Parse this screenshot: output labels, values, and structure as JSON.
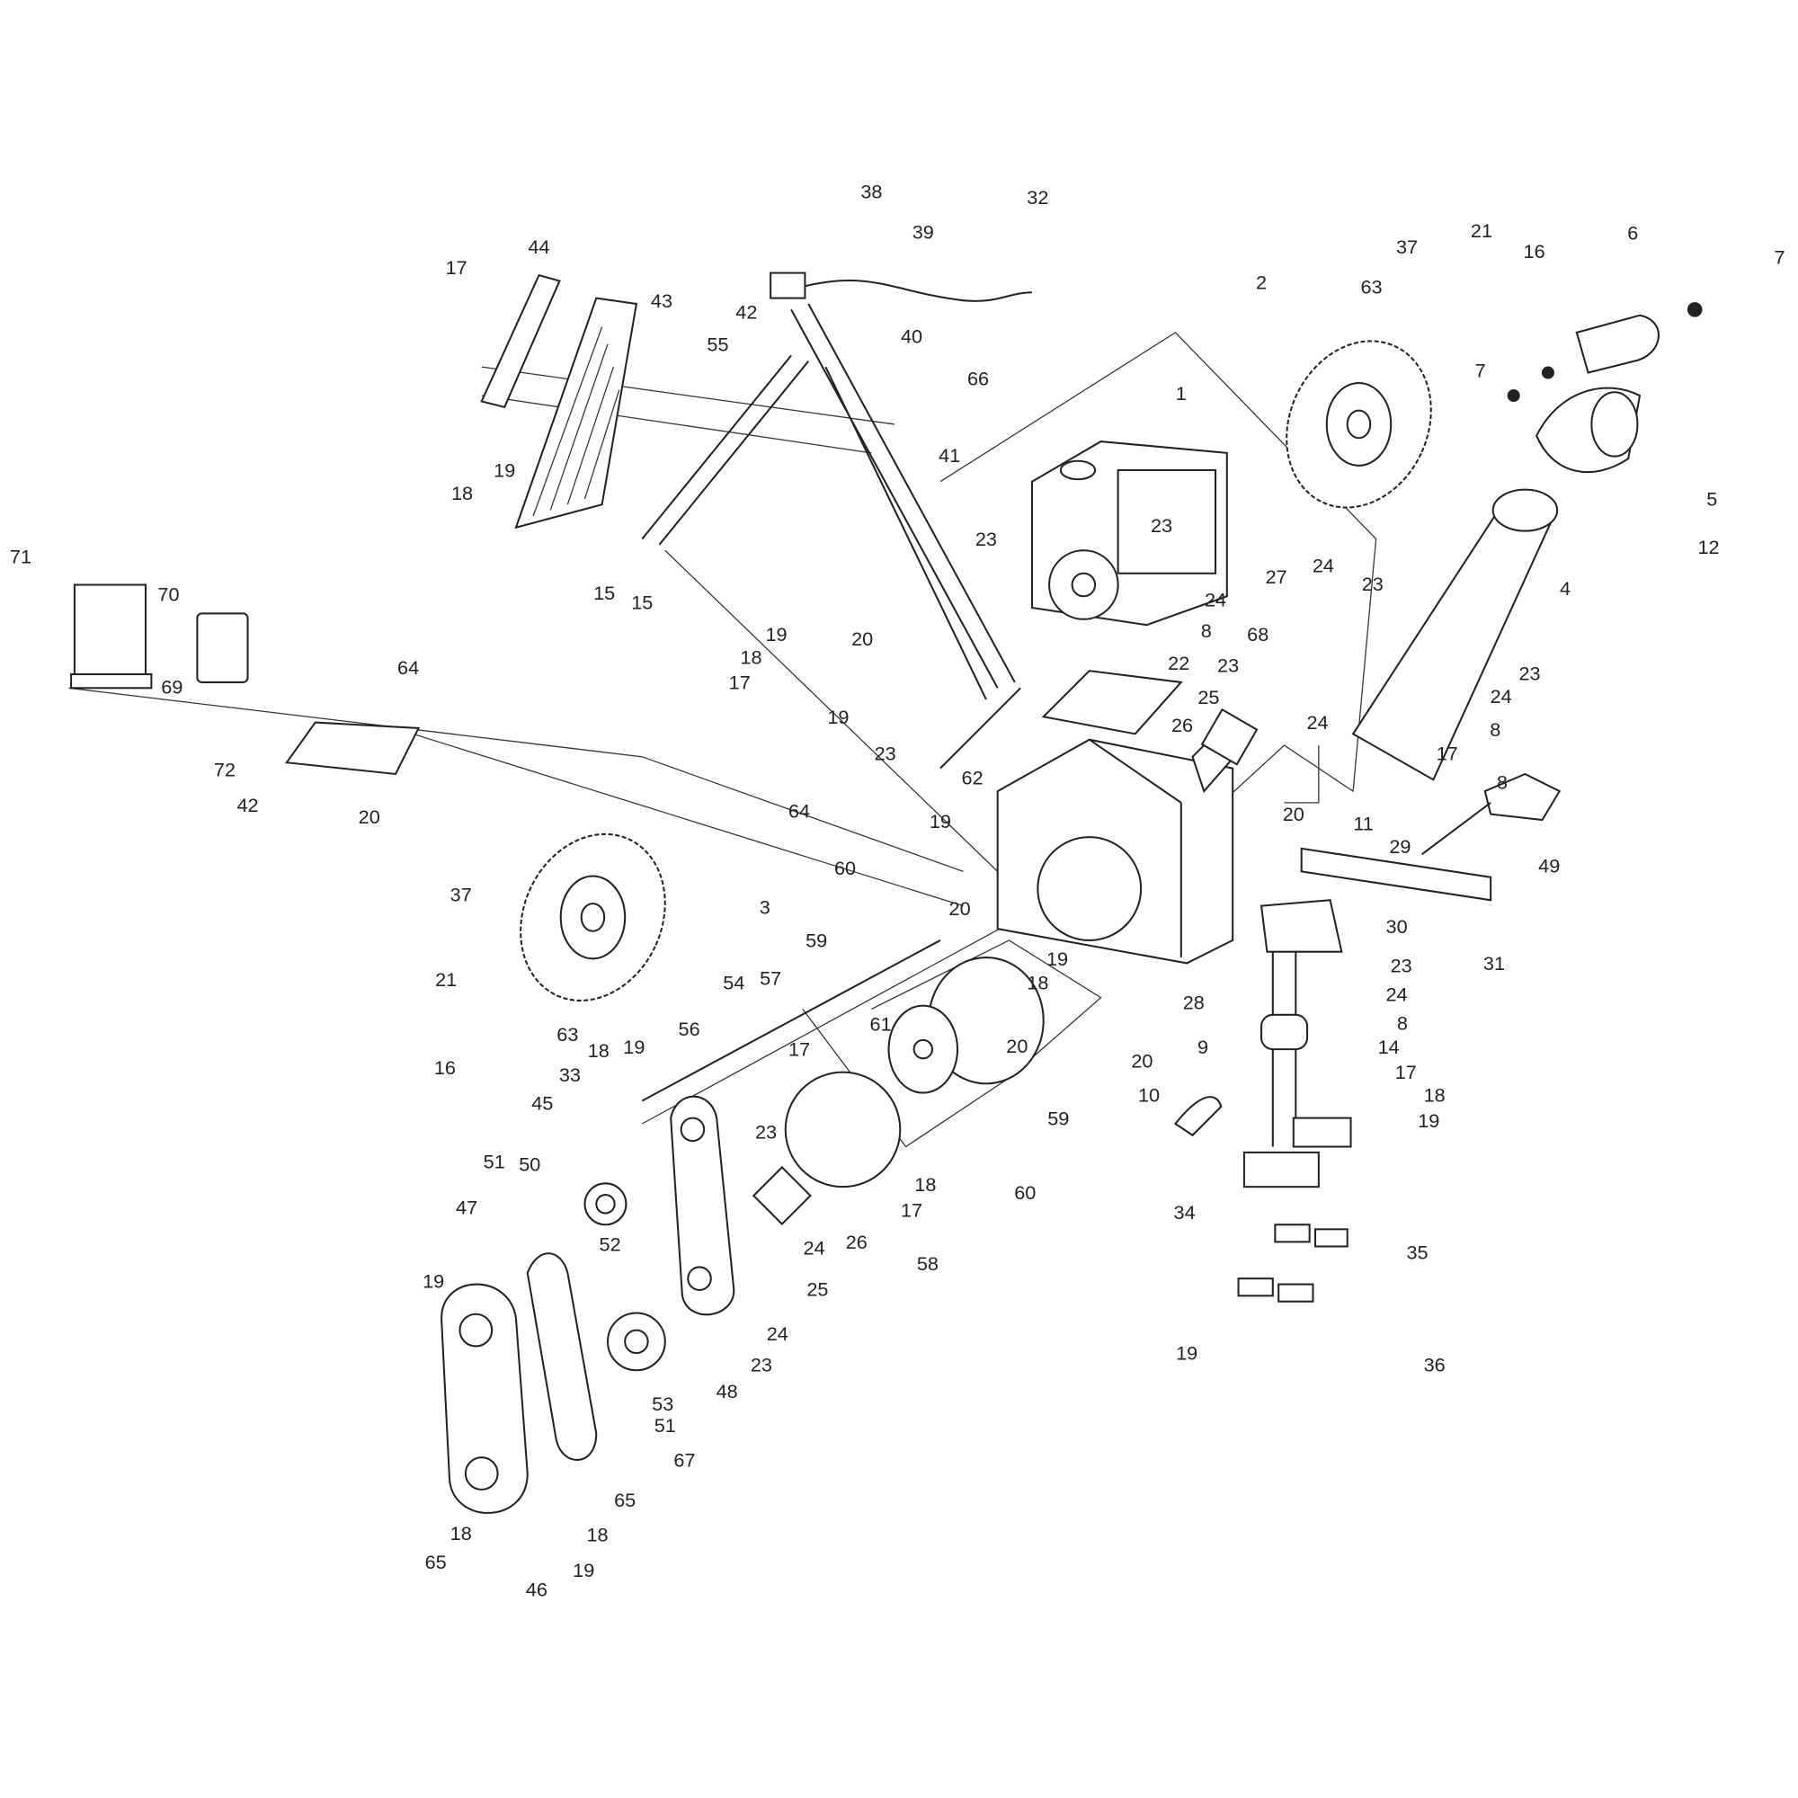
{
  "diagram": {
    "type": "exploded-parts-diagram",
    "callouts": [
      "38",
      "39",
      "32",
      "42",
      "55",
      "40",
      "66",
      "41",
      "44",
      "43",
      "17",
      "18",
      "19",
      "15",
      "15",
      "71",
      "70",
      "69",
      "64",
      "72",
      "42",
      "20",
      "2",
      "37",
      "21",
      "16",
      "63",
      "6",
      "7",
      "7",
      "5",
      "12",
      "1",
      "4",
      "23",
      "23",
      "24",
      "8",
      "27",
      "24",
      "23",
      "68",
      "22",
      "23",
      "25",
      "24",
      "26",
      "17",
      "23",
      "24",
      "8",
      "8",
      "49",
      "29",
      "11",
      "20",
      "30",
      "31",
      "19",
      "20",
      "18",
      "17",
      "19",
      "23",
      "62",
      "64",
      "19",
      "60",
      "59",
      "20",
      "19",
      "18",
      "20",
      "28",
      "20",
      "23",
      "24",
      "8",
      "9",
      "14",
      "17",
      "18",
      "19",
      "10",
      "61",
      "59",
      "60",
      "3",
      "37",
      "21",
      "63",
      "16",
      "54",
      "57",
      "56",
      "19",
      "18",
      "33",
      "45",
      "17",
      "23",
      "18",
      "17",
      "58",
      "26",
      "24",
      "25",
      "50",
      "51",
      "52",
      "47",
      "24",
      "23",
      "48",
      "53",
      "51",
      "67",
      "65",
      "18",
      "19",
      "46",
      "65",
      "18",
      "19",
      "34",
      "35",
      "36",
      "19"
    ]
  }
}
